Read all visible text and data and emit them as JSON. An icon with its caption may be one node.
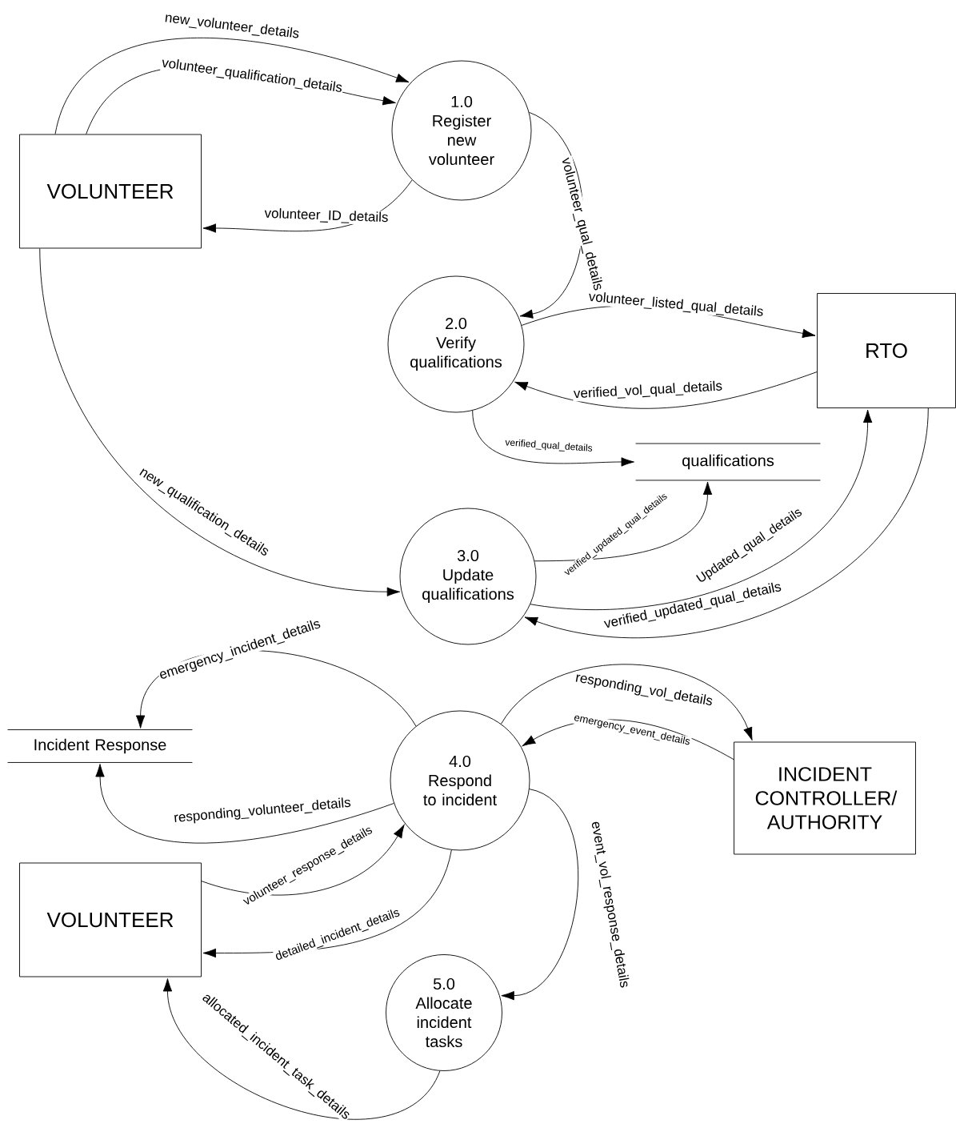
{
  "diagram": {
    "nodes": [
      {
        "text": [
          "VOLUNTEER"
        ]
      },
      {
        "text": [
          "1.0",
          "Register new volunteer"
        ]
      },
      {
        "text": [
          "2.0",
          "Verify qualifications"
        ]
      },
      {
        "text": [
          "RTO"
        ]
      },
      {
        "text": [
          "qualifications"
        ]
      },
      {
        "text": [
          "3.0",
          "Update qualifications"
        ]
      },
      {
        "text": [
          "Incident Response"
        ]
      },
      {
        "text": [
          "4.0",
          "Respond to incident"
        ]
      },
      {
        "text": [
          "INCIDENT CONTROLLER/ AUTHORITY"
        ]
      },
      {
        "text": [
          "VOLUNTEER"
        ]
      },
      {
        "text": [
          "5.0",
          "Allocate incident tasks"
        ]
      }
    ],
    "edges": [
      {
        "from": 0,
        "to": 1,
        "arrow": "to",
        "label": "new_volunteer_details"
      },
      {
        "from": 0,
        "to": 1,
        "arrow": "to",
        "label": "volunteer_qualification_details"
      },
      {
        "from": 1,
        "to": 0,
        "arrow": "to",
        "label": "volunteer_ID_details"
      },
      {
        "from": 1,
        "to": 2,
        "arrow": "to",
        "label": "volunteer_qual_details"
      },
      {
        "from": 2,
        "to": 3,
        "arrow": "to",
        "label": "volunteer_listed_qual_details"
      },
      {
        "from": 3,
        "to": 2,
        "arrow": "to",
        "label": "verified_vol_qual_details"
      },
      {
        "from": 2,
        "to": 4,
        "arrow": "to",
        "label": "verified_qual_details"
      },
      {
        "from": 0,
        "to": 5,
        "arrow": "to",
        "label": "new_qualification_details"
      },
      {
        "from": 5,
        "to": 4,
        "arrow": "to",
        "label": "verified_updated_qual_details"
      },
      {
        "from": 5,
        "to": 3,
        "arrow": "to",
        "label": "Updated_qual_details"
      },
      {
        "from": 3,
        "to": 5,
        "arrow": "to",
        "label": "verified_updated_qual_details"
      },
      {
        "from": 7,
        "to": 6,
        "arrow": "to",
        "label": "emergency_incident_details"
      },
      {
        "from": 7,
        "to": 6,
        "arrow": "to",
        "label": "responding_volunteer_details"
      },
      {
        "from": 7,
        "to": 8,
        "arrow": "to",
        "label": "responding_vol_details"
      },
      {
        "from": 8,
        "to": 7,
        "arrow": "to",
        "label": "emergency_event_details"
      },
      {
        "from": 9,
        "to": 7,
        "arrow": "to",
        "label": "volunteer_response_details"
      },
      {
        "from": 7,
        "to": 9,
        "arrow": "to",
        "label": "detailed_incident_details"
      },
      {
        "from": 7,
        "to": 10,
        "arrow": "to",
        "label": "event_vol_response_details"
      },
      {
        "from": 10,
        "to": 9,
        "arrow": "to",
        "label": "allocated_incident_task_details"
      }
    ]
  }
}
